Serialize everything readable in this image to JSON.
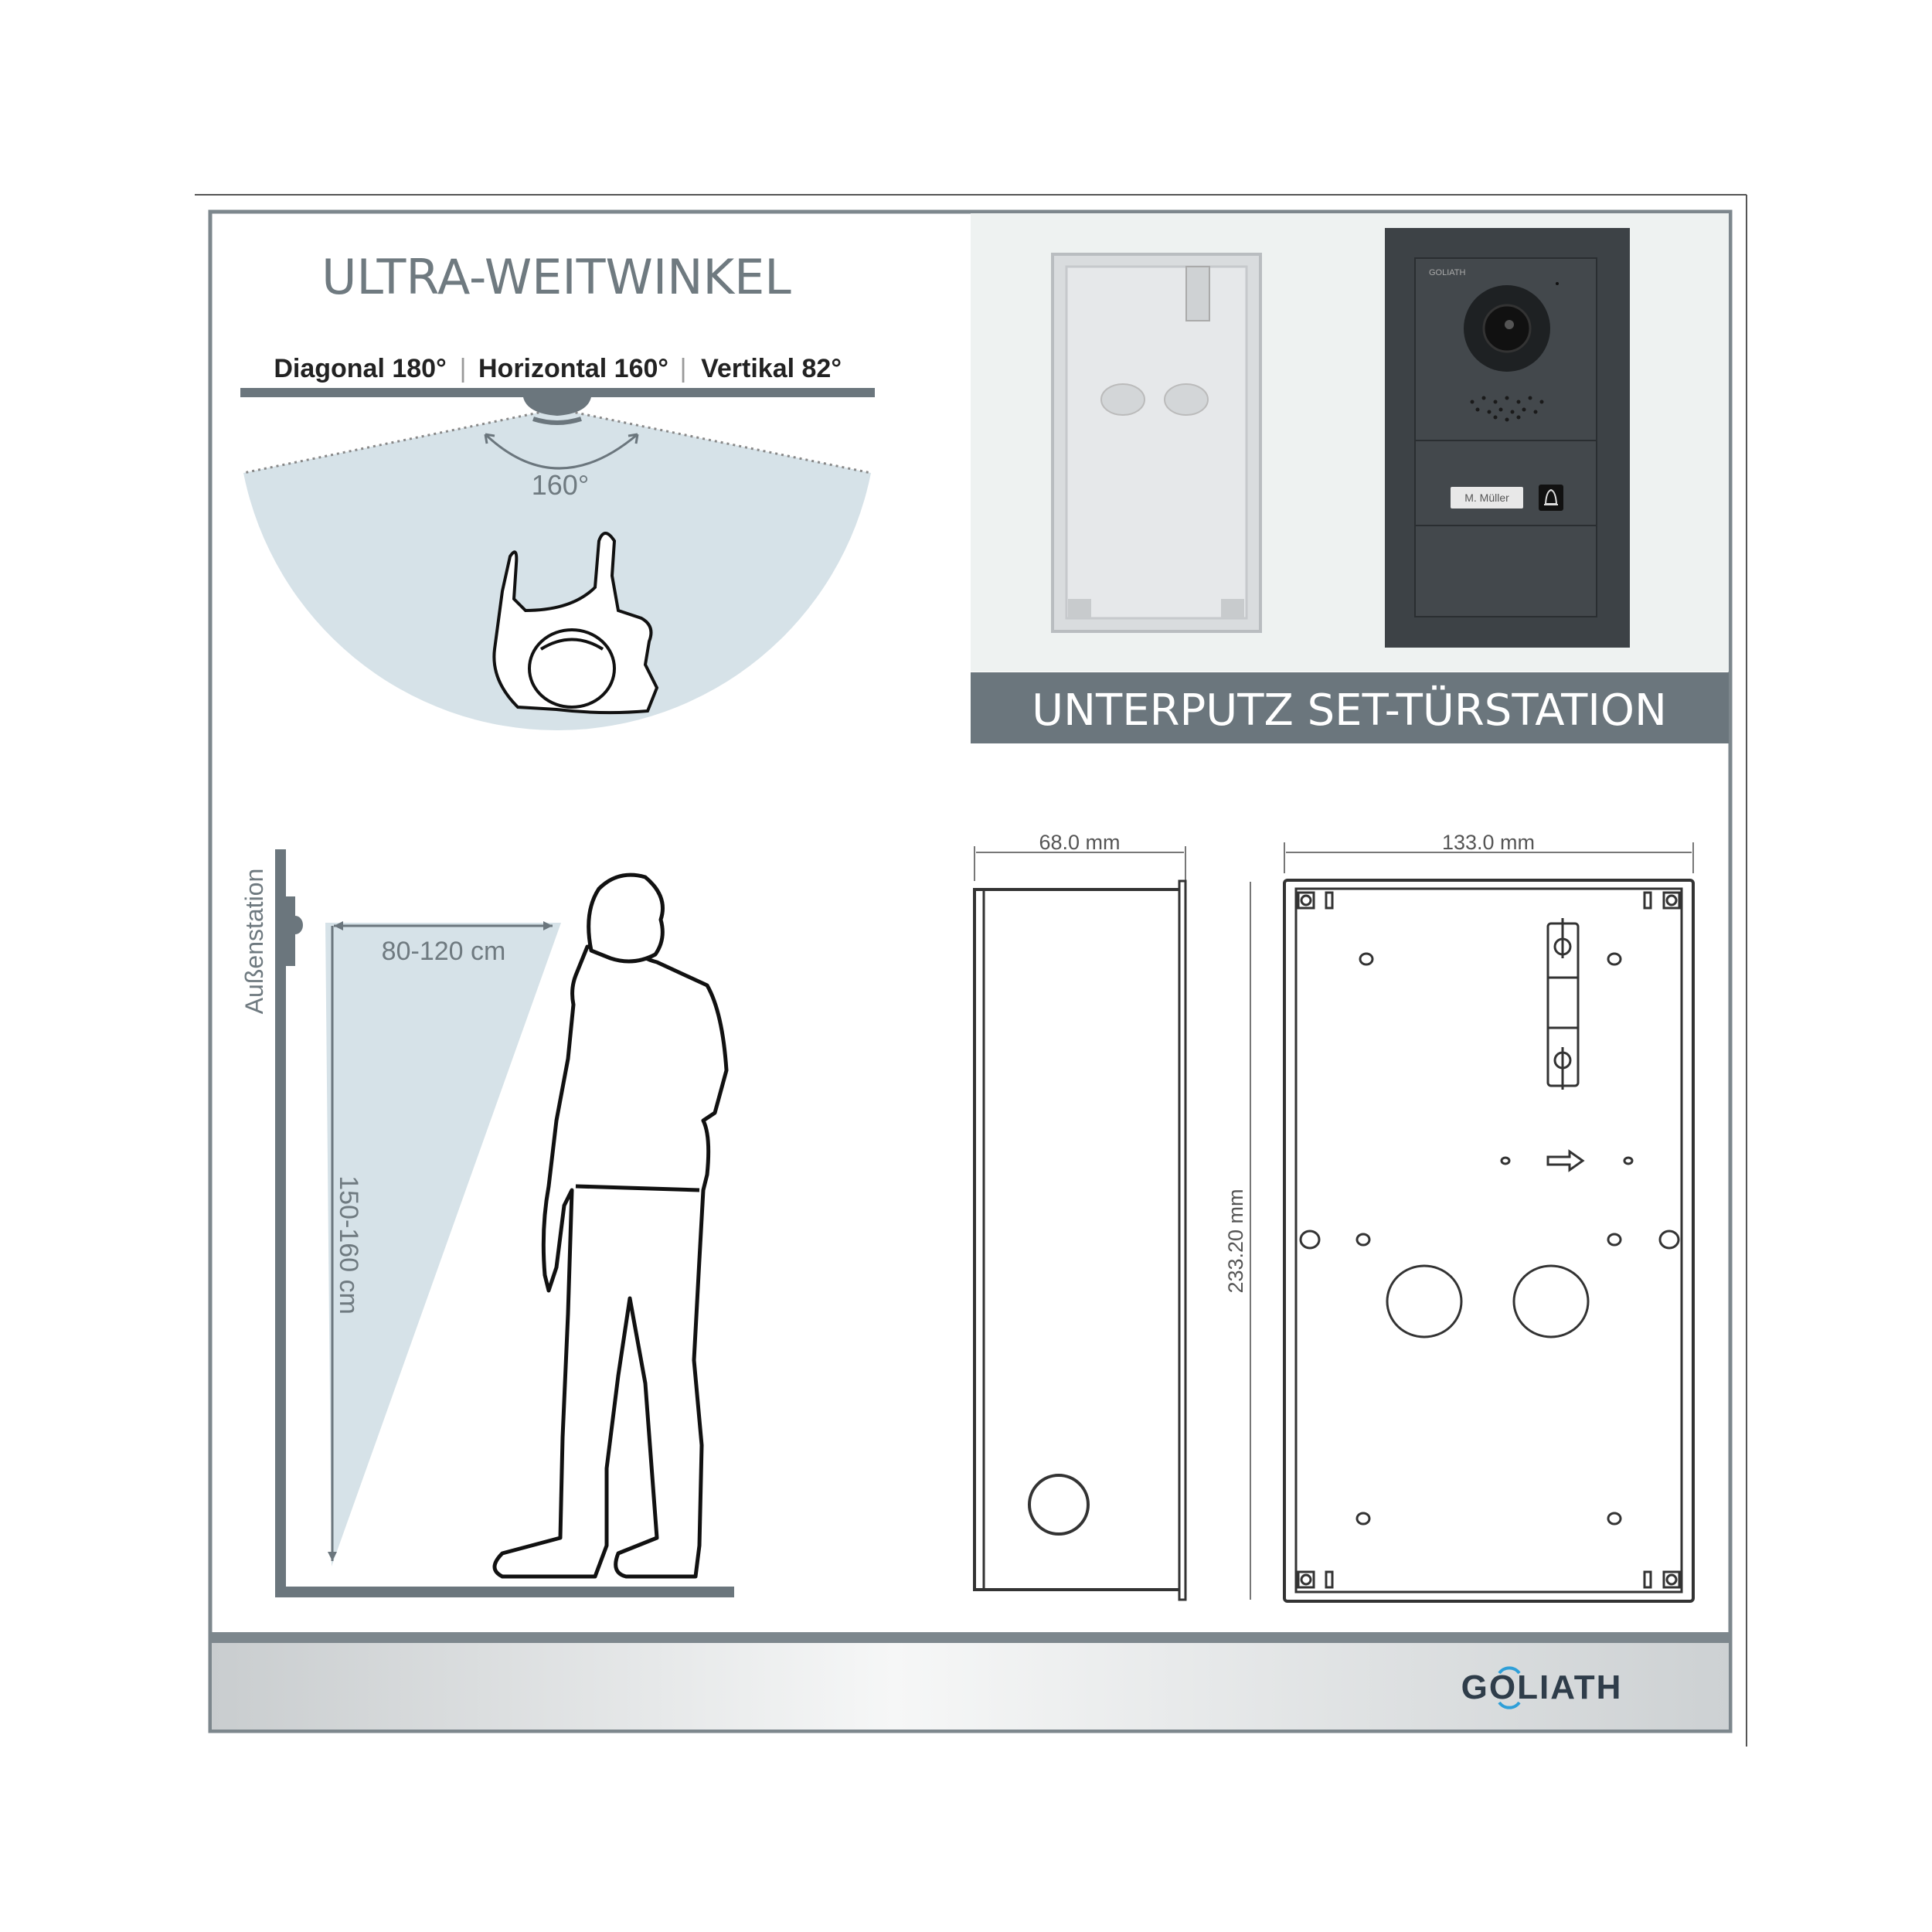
{
  "top_left": {
    "title": "ULTRA-WEITWINKEL",
    "angles": {
      "diagonal": "Diagonal 180°",
      "horizontal": "Horizontal 160°",
      "vertical": "Vertikal 82°",
      "separator": "|"
    },
    "fan_angle_label": "160°"
  },
  "top_right": {
    "banner": "UNTERPUTZ SET-TÜRSTATION",
    "device_logo": "GOLIATH",
    "name_plate": "M. Müller",
    "bell_icon": "bell-icon"
  },
  "bottom_left": {
    "wall_label": "Außenstation",
    "distance_label": "80-120 cm",
    "height_label": "150-160 cm"
  },
  "bottom_right": {
    "depth_label": "68.0 mm",
    "width_label": "133.0 mm",
    "height_label": "233.20 mm"
  },
  "footer": {
    "logo": "GOLIATH"
  },
  "colors": {
    "frame": "#7d878d",
    "banner": "#6b767d",
    "fov_fill": "#d6e2e8",
    "logo_blue": "#2e9fd8",
    "logo_dark": "#2f3d4a"
  }
}
